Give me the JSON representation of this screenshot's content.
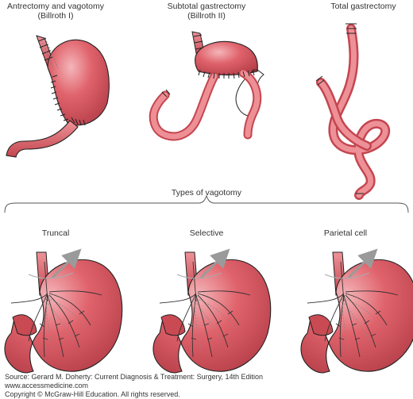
{
  "top_panels": [
    {
      "title": "Antrectomy and vagotomy",
      "subtitle": "(Billroth I)"
    },
    {
      "title": "Subtotal gastrectomy",
      "subtitle": "(Billroth II)"
    },
    {
      "title": "Total gastrectomy",
      "subtitle": ""
    }
  ],
  "vagotomy_heading": "Types of vagotomy",
  "bottom_panels": [
    {
      "title": "Truncal"
    },
    {
      "title": "Selective"
    },
    {
      "title": "Parietal cell"
    }
  ],
  "credits": {
    "source": "Source: Gerard M. Doherty: Current Diagnosis & Treatment: Surgery, 14th Edition",
    "website": "www.accessmedicine.com",
    "copyright": "Copyright © McGraw-Hill Education. All rights reserved."
  },
  "colors": {
    "tissue": "#d9535d",
    "tissue_dark": "#b33a44",
    "tissue_light": "#ef9aa0",
    "outline": "#222222",
    "nerve_dashed": "#888888",
    "arrow": "#999999"
  }
}
